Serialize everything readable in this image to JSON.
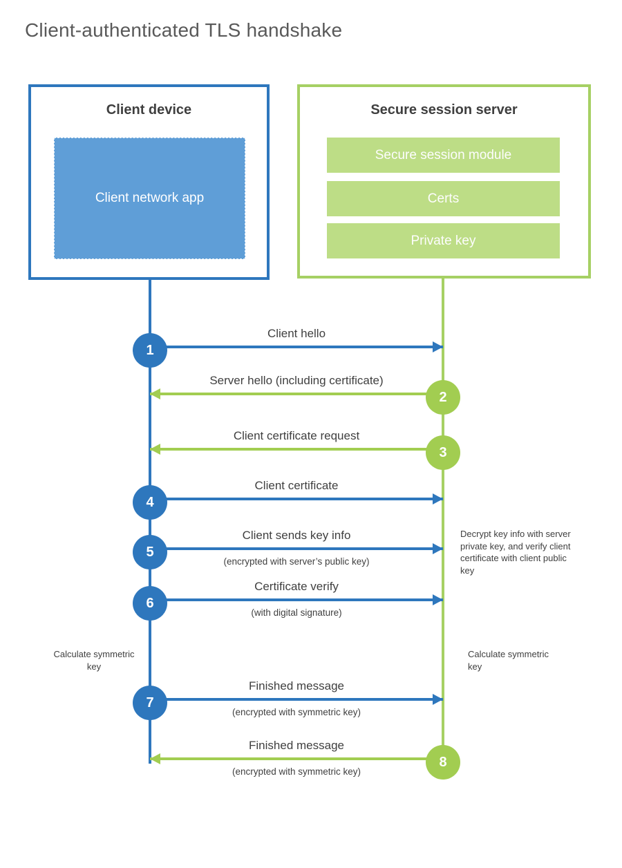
{
  "page": {
    "title": "Client-authenticated TLS handshake"
  },
  "colors": {
    "blue": "#2e77bd",
    "blue_fill": "#5f9ed7",
    "green": "#a2cd51",
    "green_border": "#a6d064",
    "green_fill": "#bddd86",
    "text": "#3f3f3f",
    "title_gray": "#595959"
  },
  "client": {
    "title": "Client device",
    "app_label": "Client network app"
  },
  "server": {
    "title": "Secure session server",
    "modules": [
      "Secure session module",
      "Certs",
      "Private key"
    ]
  },
  "messages": [
    {
      "num": "1",
      "label": "Client hello",
      "sub": "",
      "from": "client",
      "to": "server",
      "direction": "right",
      "color": "blue"
    },
    {
      "num": "2",
      "label": "Server hello (including certificate)",
      "sub": "",
      "from": "server",
      "to": "client",
      "direction": "left",
      "color": "green"
    },
    {
      "num": "3",
      "label": "Client certificate request",
      "sub": "",
      "from": "server",
      "to": "client",
      "direction": "left",
      "color": "green"
    },
    {
      "num": "4",
      "label": "Client certificate",
      "sub": "",
      "from": "client",
      "to": "server",
      "direction": "right",
      "color": "blue"
    },
    {
      "num": "5",
      "label": "Client sends key info",
      "sub": "(encrypted with server’s public key)",
      "from": "client",
      "to": "server",
      "direction": "right",
      "color": "blue"
    },
    {
      "num": "6",
      "label": "Certificate verify",
      "sub": "(with digital signature)",
      "from": "client",
      "to": "server",
      "direction": "right",
      "color": "blue"
    },
    {
      "num": "7",
      "label": "Finished message",
      "sub": "(encrypted with symmetric key)",
      "from": "client",
      "to": "server",
      "direction": "right",
      "color": "blue"
    },
    {
      "num": "8",
      "label": "Finished message",
      "sub": "(encrypted with symmetric key)",
      "from": "server",
      "to": "client",
      "direction": "left",
      "color": "green"
    }
  ],
  "notes": {
    "decrypt": "Decrypt key info with server private key, and verify client certificate with client public key",
    "calc_left": "Calculate symmetric key",
    "calc_right": "Calculate symmetric key"
  }
}
